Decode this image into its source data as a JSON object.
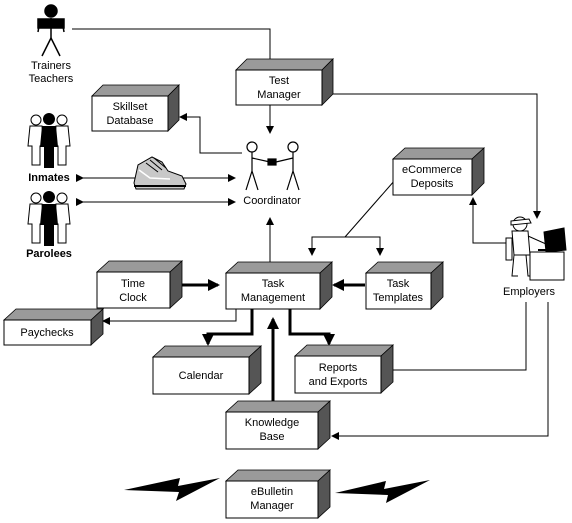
{
  "actors": {
    "trainers": [
      "Trainers",
      "Teachers"
    ],
    "inmates": "Inmates",
    "parolees": "Parolees",
    "coordinator": "Coordinator",
    "employers": "Employers"
  },
  "boxes": {
    "test_manager": [
      "Test",
      "Manager"
    ],
    "skillset_db": [
      "Skillset",
      "Database"
    ],
    "ecommerce": [
      "eCommerce",
      "Deposits"
    ],
    "time_clock": [
      "Time",
      "Clock"
    ],
    "task_management": [
      "Task",
      "Management"
    ],
    "task_templates": [
      "Task",
      "Templates"
    ],
    "paychecks": [
      "Paychecks"
    ],
    "calendar": [
      "Calendar"
    ],
    "reports": [
      "Reports",
      "and Exports"
    ],
    "knowledge_base": [
      "Knowledge",
      "Base"
    ],
    "ebulletin": [
      "eBulletin",
      "Manager"
    ]
  },
  "colors": {
    "box_face": "#ffffff",
    "box_shadow": "#808080",
    "line": "#000000"
  }
}
